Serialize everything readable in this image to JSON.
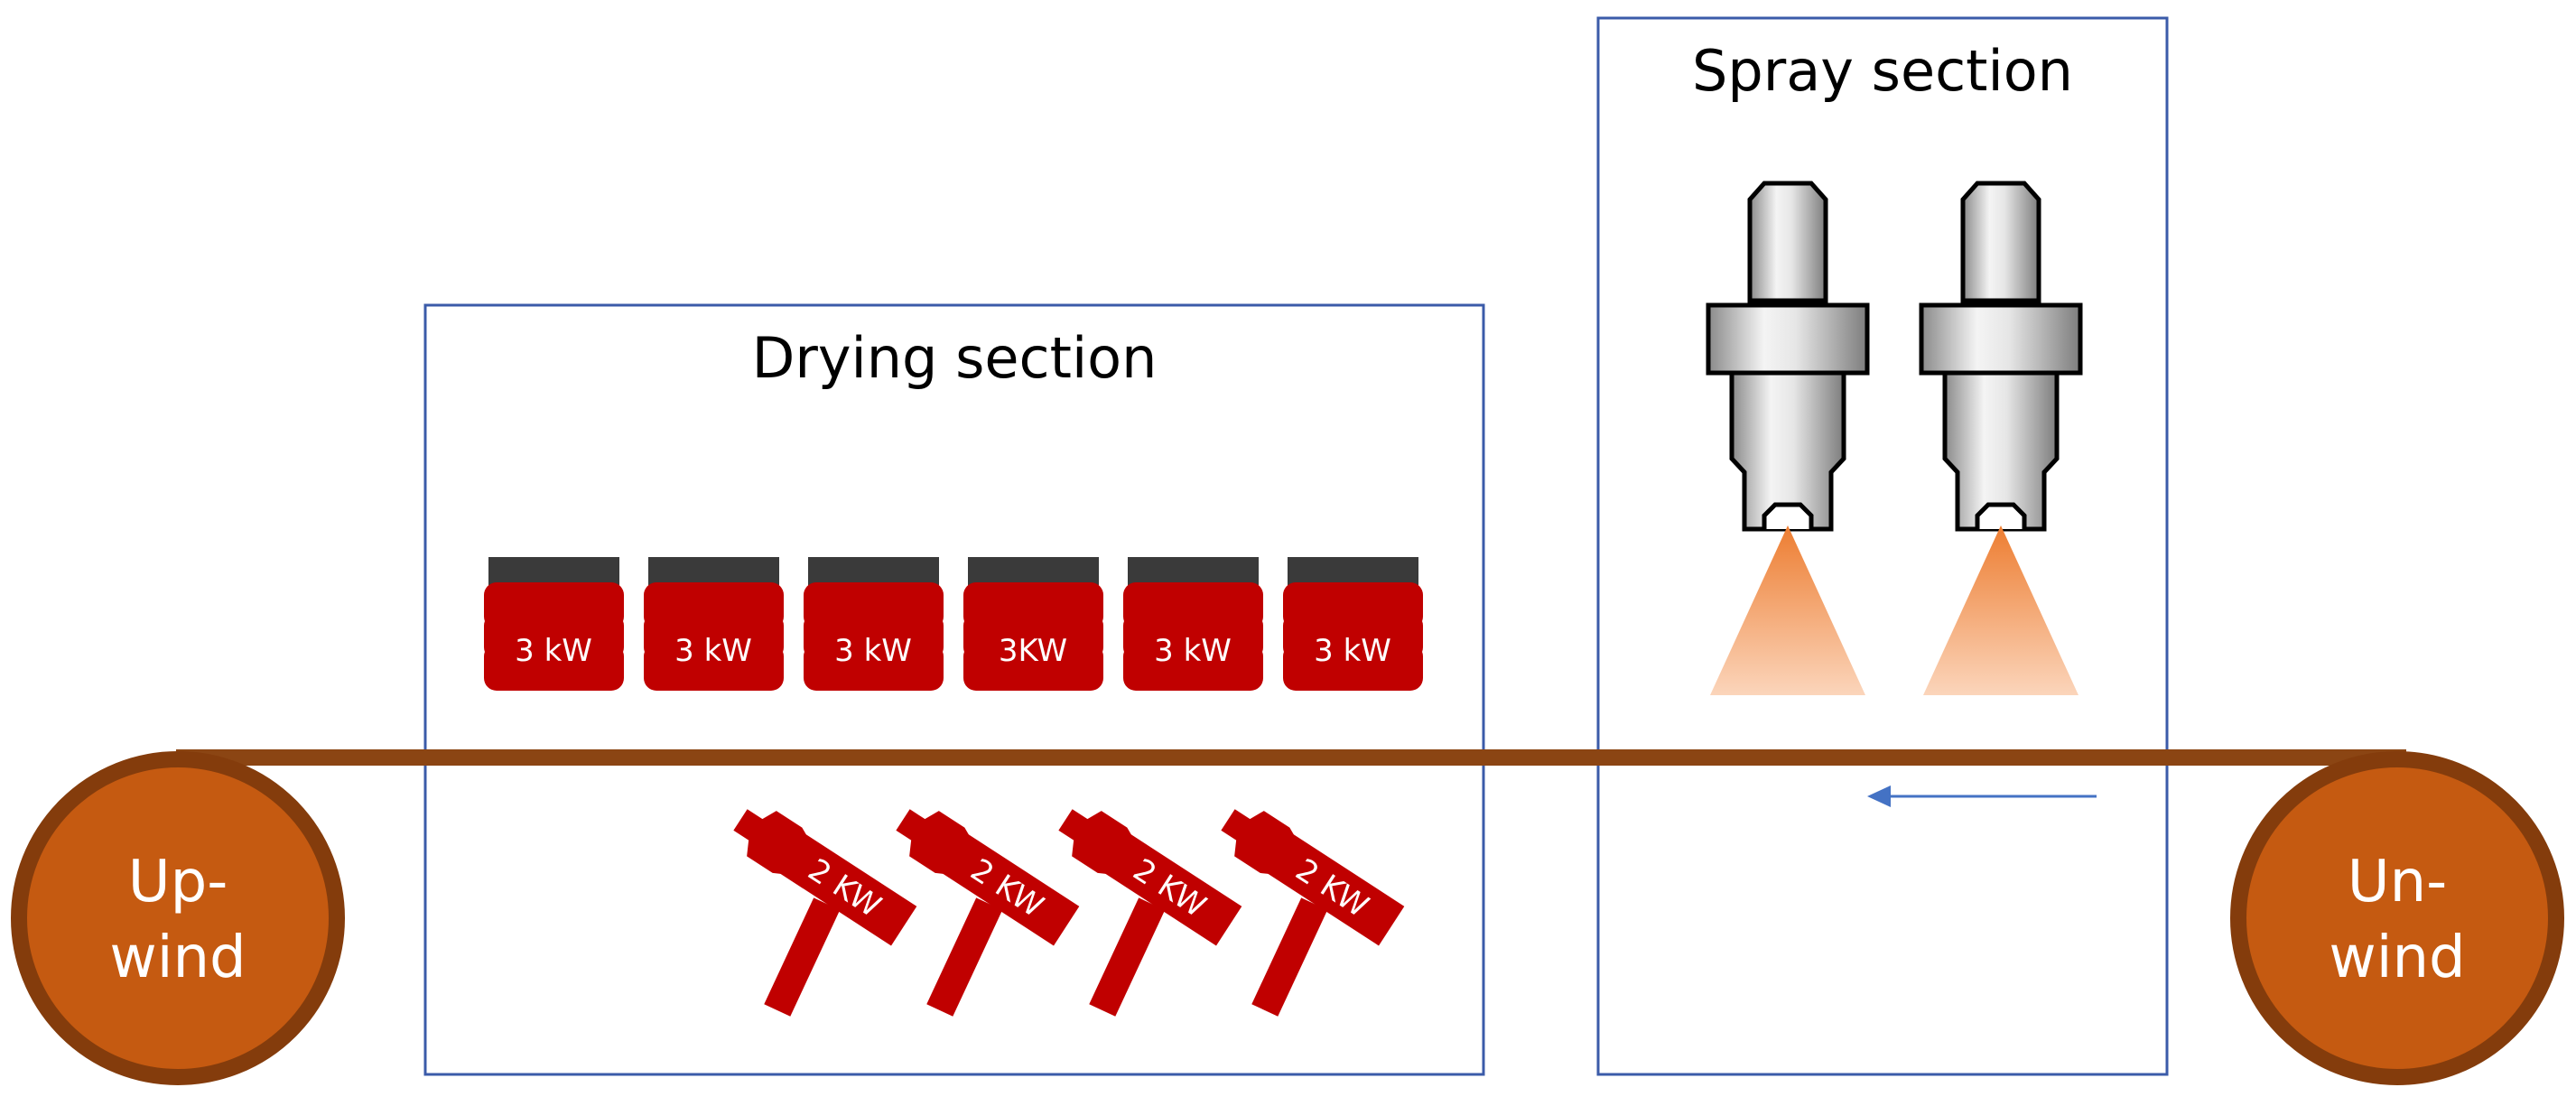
{
  "sections": {
    "drying": {
      "title": "Drying section"
    },
    "spray": {
      "title": "Spray section"
    }
  },
  "rollers": {
    "left": {
      "line1": "Up-",
      "line2": "wind"
    },
    "right": {
      "line1": "Un-",
      "line2": "wind"
    }
  },
  "top_heaters": [
    {
      "label": "3 kW"
    },
    {
      "label": "3 kW"
    },
    {
      "label": "3 kW"
    },
    {
      "label": "3KW"
    },
    {
      "label": "3 kW"
    },
    {
      "label": "3 kW"
    }
  ],
  "hot_air_guns": [
    {
      "label": "2 KW"
    },
    {
      "label": "2 KW"
    },
    {
      "label": "2 KW"
    },
    {
      "label": "2 KW"
    }
  ],
  "spray_nozzles": 2,
  "colors": {
    "section_border": "#3b5ba9",
    "web": "#8b4513",
    "roller_fill": "#c55a11",
    "roller_ring": "#843c0c",
    "heater_red": "#c00000",
    "heater_cap": "#3a3a3a",
    "spray_orange": "#f08c4a",
    "arrow_blue": "#4472c4"
  },
  "direction_arrow": {
    "icon": "arrow-left-icon"
  }
}
